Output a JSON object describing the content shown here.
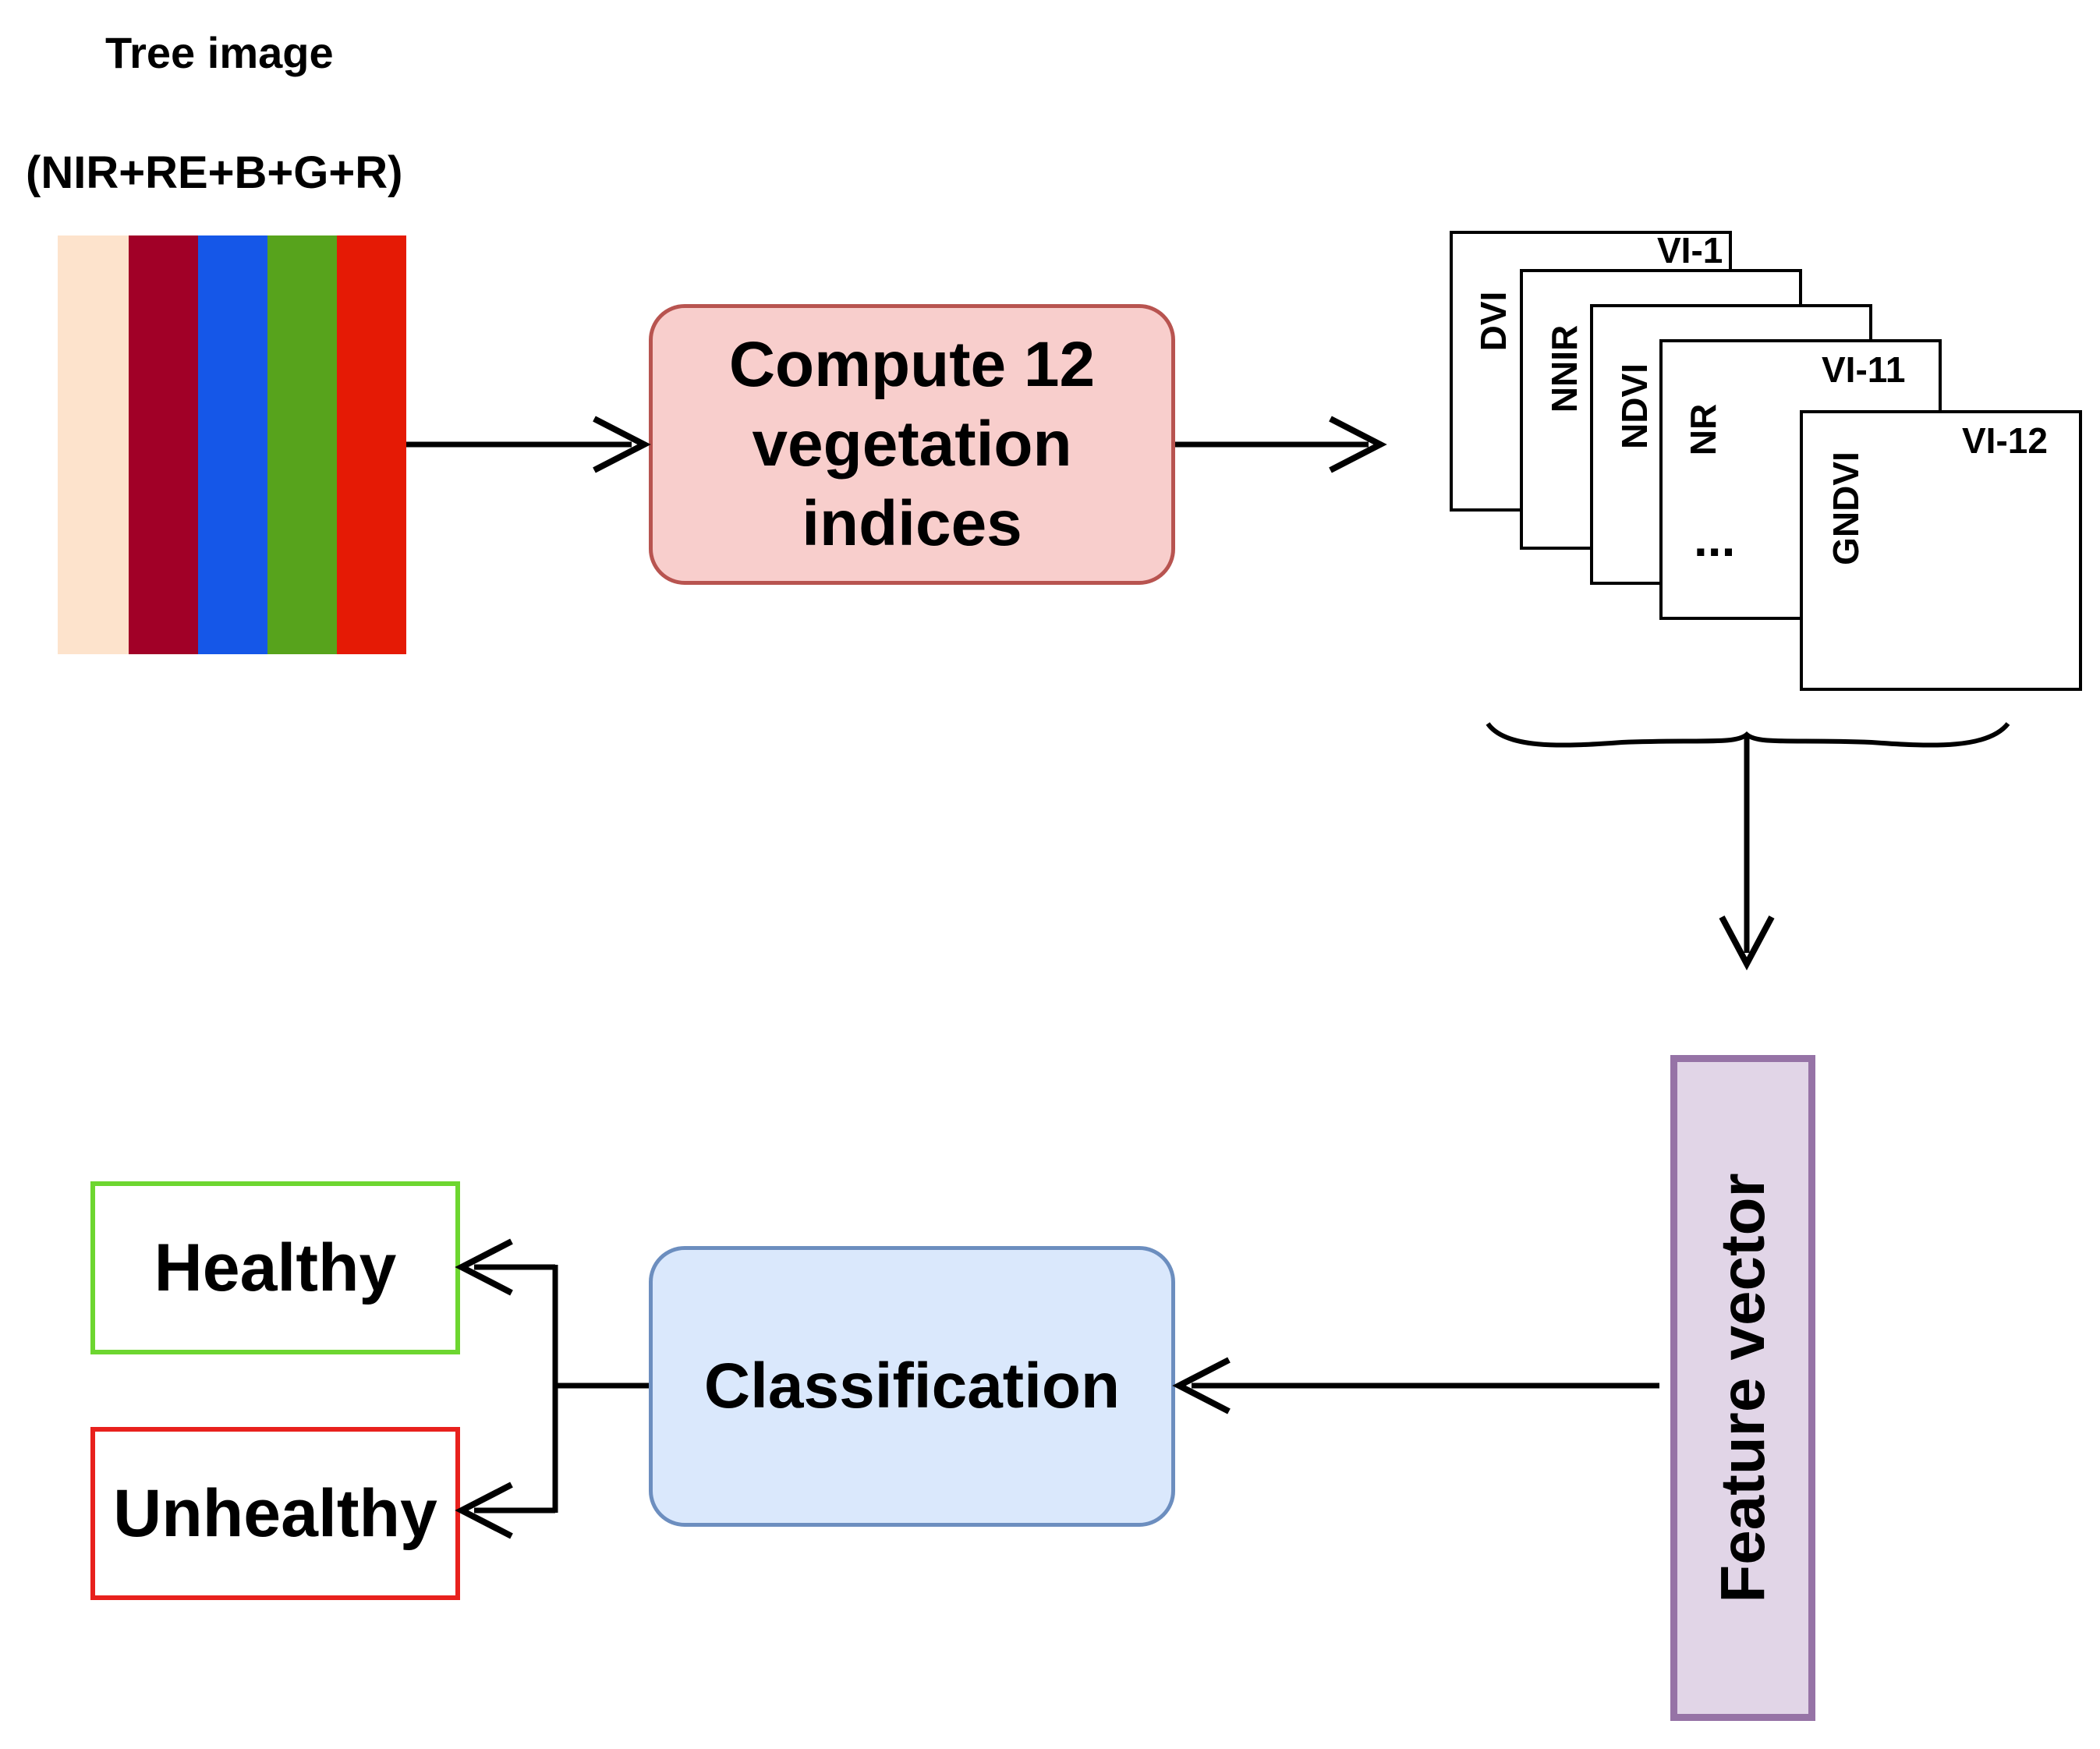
{
  "input": {
    "title": "Tree image",
    "bands_label": "(NIR+RE+B+G+R)",
    "band_colors": [
      "#fde3cc",
      "#a10027",
      "#1557e8",
      "#57a31c",
      "#e51a05"
    ]
  },
  "compute_box": {
    "lines": [
      "Compute 12",
      "vegetation",
      "indices"
    ],
    "fill": "#f8cecc",
    "border": "#b85450"
  },
  "index_stack": [
    {
      "tag": "VI-1",
      "side": "DVI"
    },
    {
      "tag": "",
      "side": "NNIR"
    },
    {
      "tag": "",
      "side": "NDVI"
    },
    {
      "tag": "VI-11",
      "side": "NR",
      "middle": "..."
    },
    {
      "tag": "VI-12",
      "side": "GNDVI"
    }
  ],
  "feature_vector": {
    "label": "Feature vector",
    "fill": "#e1d5e7",
    "border": "#9673a6"
  },
  "classification": {
    "label": "Classification",
    "fill": "#dae8fc",
    "border": "#6c8ebf"
  },
  "outputs": {
    "healthy": {
      "label": "Healthy",
      "border": "#6dd630"
    },
    "unhealthy": {
      "label": "Unhealthy",
      "border": "#e8211d"
    }
  }
}
